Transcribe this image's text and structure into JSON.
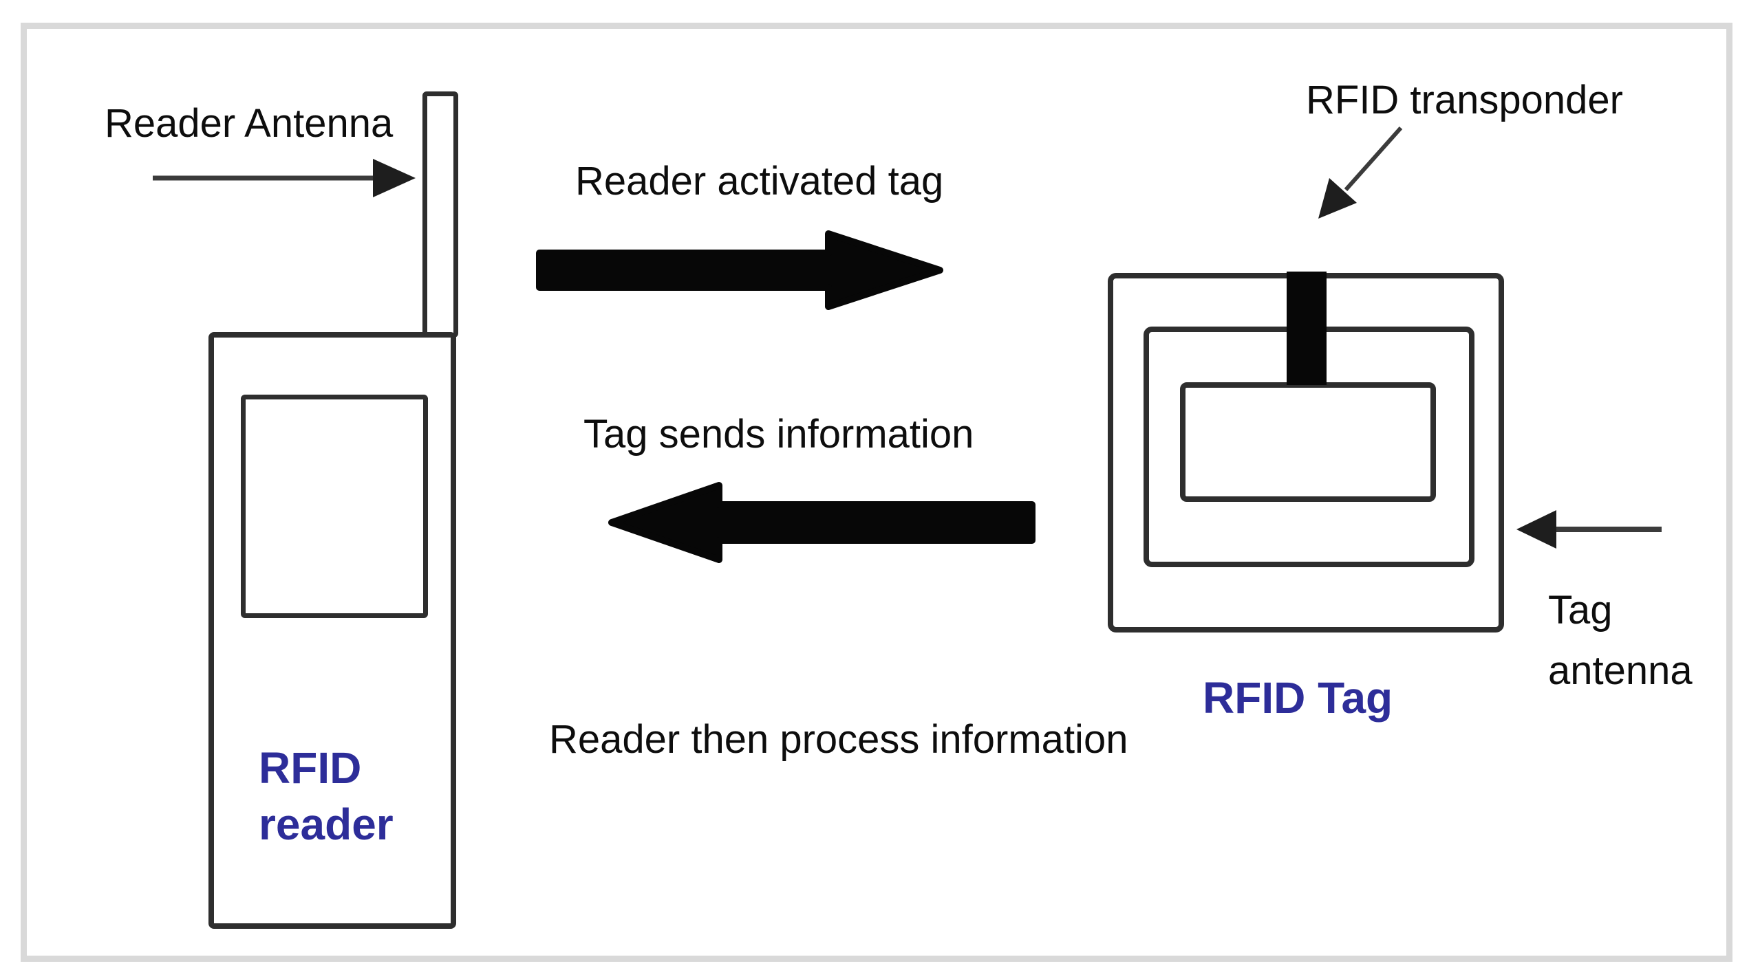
{
  "colors": {
    "background": "#ffffff",
    "frame_border": "#d9d9d9",
    "line_black": "#2e2e2e",
    "arrow_black": "#070707",
    "label_navy": "#2d2d99",
    "label_black": "#0d0d0d"
  },
  "reader_section": {
    "antenna_label": "Reader Antenna",
    "device_label": "RFID\nreader"
  },
  "tag_section": {
    "transponder_label": "RFID transponder",
    "device_label": "RFID Tag",
    "antenna_label": "Tag\nantenna"
  },
  "flow_labels": {
    "reader_to_tag": "Reader activated tag",
    "tag_to_reader": "Tag sends information",
    "processing": "Reader then process information"
  }
}
